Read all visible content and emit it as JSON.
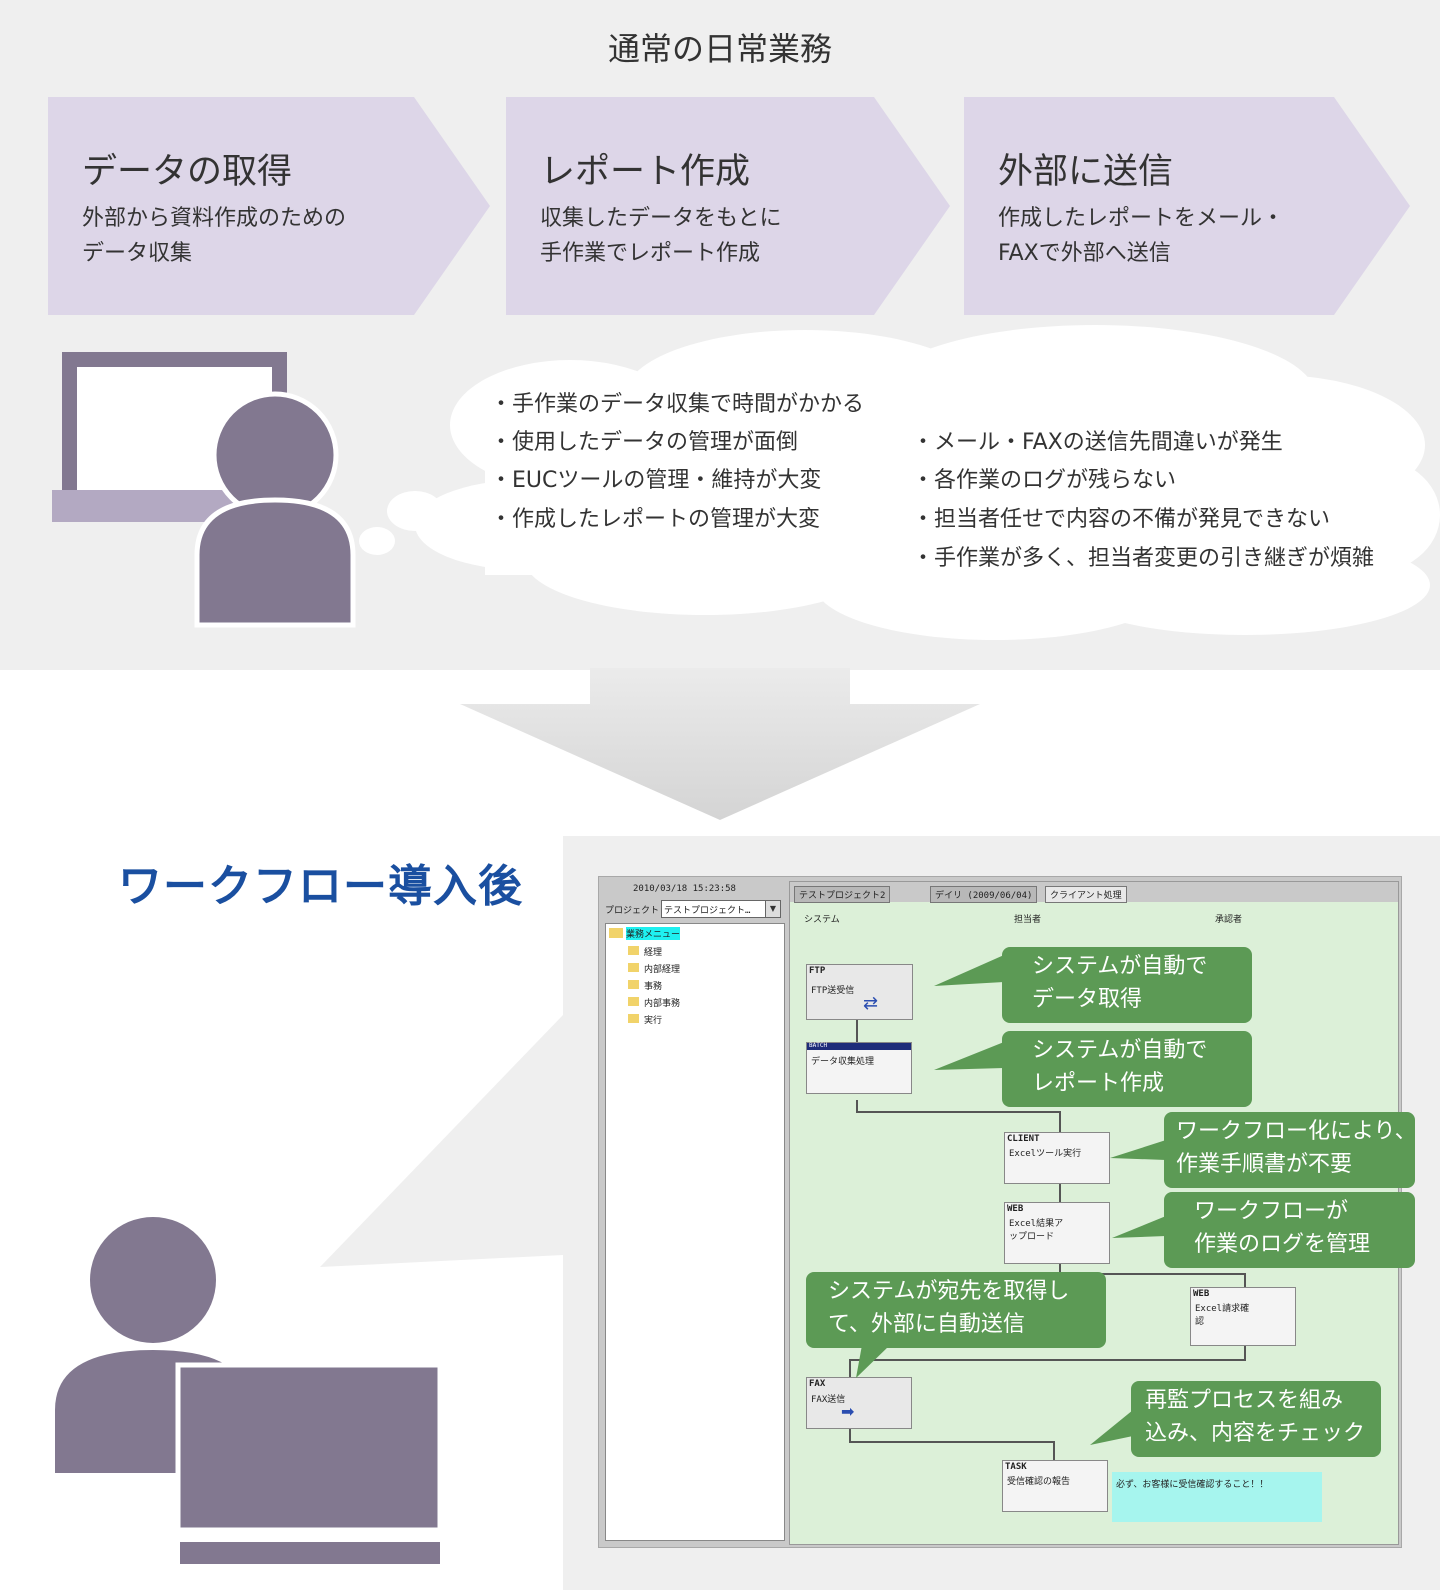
{
  "top": {
    "title": "通常の日常業務",
    "steps": [
      {
        "title": "データの取得",
        "desc_lines": [
          "外部から資料作成のための",
          "データ収集"
        ]
      },
      {
        "title": "レポート作成",
        "desc_lines": [
          "収集したデータをもとに",
          "手作業でレポート作成"
        ]
      },
      {
        "title": "外部に送信",
        "desc_lines": [
          "作成したレポートをメール・",
          "FAXで外部へ送信"
        ]
      }
    ],
    "issues_left": [
      "・手作業のデータ収集で時間がかかる",
      "・使用したデータの管理が面倒",
      "・EUCツールの管理・維持が大変",
      "・作成したレポートの管理が大変"
    ],
    "issues_right": [
      "・メール・FAXの送信先間違いが発生",
      "・各作業のログが残らない",
      "・担当者任せで内容の不備が発見できない",
      "・手作業が多く、担当者変更の引き継ぎが煩雑"
    ]
  },
  "bottom": {
    "title": "ワークフロー導入後",
    "screenshot": {
      "timestamp": "2010/03/18 15:23:58",
      "project_label": "プロジェクト",
      "project_value": "テストプロジェクト…",
      "tree_root": "業務メニュー",
      "tree_items": [
        "経理",
        "内部経理",
        "事務",
        "内部事務",
        "実行"
      ],
      "tabs": [
        "テストプロジェクト2",
        "デイリ (2009/06/04)",
        "クライアント処理"
      ],
      "lanes": [
        "システム",
        "担当者",
        "承認者"
      ],
      "node_ftp": "FTP",
      "node_ftp_sub": "FTP送受信",
      "node_batch": "BATCH",
      "node_batch_sub": "データ収集処理",
      "node_client": "CLIENT",
      "node_client_sub": "Excelツール実行",
      "node_web1": "WEB",
      "node_web1_sub": "Excel結果アップロード",
      "node_web2": "WEB",
      "node_web2_sub": "Excel請求確認",
      "node_fax": "FAX",
      "node_fax_sub": "FAX送信",
      "node_task": "TASK",
      "node_task_sub": "受信確認の報告",
      "note": "必ず、お客様に受信確認すること！！"
    },
    "callouts": [
      {
        "lines": [
          "システムが自動で",
          "データ取得"
        ]
      },
      {
        "lines": [
          "システムが自動で",
          "レポート作成"
        ]
      },
      {
        "lines": [
          "ワークフロー化により、",
          "作業手順書が不要"
        ]
      },
      {
        "lines": [
          "ワークフローが",
          "作業のログを管理"
        ]
      },
      {
        "lines": [
          "システムが宛先を取得し",
          "て、外部に自動送信"
        ]
      },
      {
        "lines": [
          "再監プロセスを組み",
          "込み、内容をチェック"
        ]
      }
    ]
  },
  "colors": {
    "step_fill": "#ddd6e8",
    "person": "#827890",
    "laptop_base": "#b3a9c2",
    "callout_green": "#5c9a55",
    "title_blue": "#1a4fa0",
    "panel_bg": "#efefef",
    "flow_bg": "#dcf0d8",
    "note_bg": "#a6f5ee"
  }
}
